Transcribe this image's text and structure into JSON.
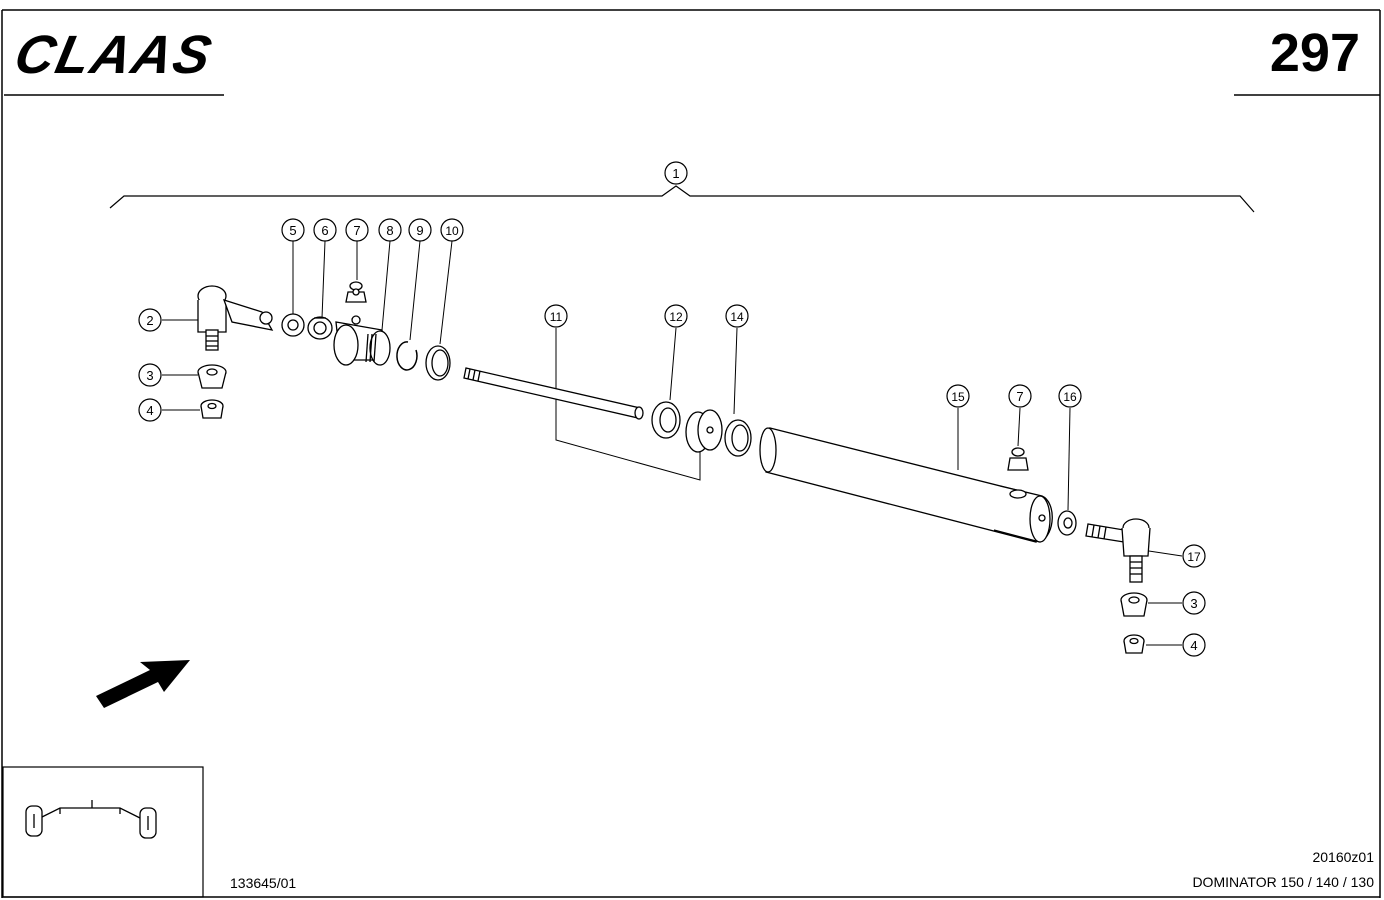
{
  "header": {
    "brand": "CLAAS",
    "page_number": "297"
  },
  "footer": {
    "part_number": "133645/01",
    "drawing_code": "20160z01",
    "model": "DOMINATOR 150 / 140 / 130"
  },
  "callouts": [
    "1",
    "2",
    "3",
    "4",
    "5",
    "6",
    "7",
    "8",
    "9",
    "10",
    "11",
    "12",
    "14",
    "7",
    "15",
    "16",
    "17",
    "3",
    "4"
  ]
}
